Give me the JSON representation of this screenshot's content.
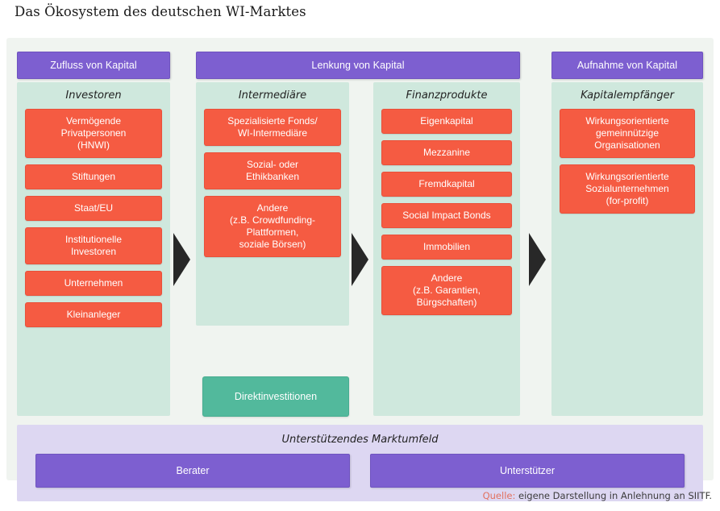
{
  "title": "Das Ökosystem des deutschen WI-Marktes",
  "colors": {
    "purple": "#7d5fd0",
    "orange": "#f55b42",
    "mint": "#cfe8dd",
    "teal": "#52b99c",
    "lavender": "#ddd7f2",
    "frame": "#f0f4f0",
    "arrow": "#282828",
    "source_label": "#e2715f"
  },
  "headers": {
    "inflow": "Zufluss von Kapital",
    "direction": "Lenkung von Kapital",
    "uptake": "Aufnahme von Kapital"
  },
  "columns": [
    {
      "id": "investors",
      "title": "Investoren",
      "items": [
        {
          "lines": [
            "Vermögende",
            "Privatpersonen",
            "(HNWI)"
          ]
        },
        {
          "lines": [
            "Stiftungen"
          ]
        },
        {
          "lines": [
            "Staat/EU"
          ]
        },
        {
          "lines": [
            "Institutionelle",
            "Investoren"
          ]
        },
        {
          "lines": [
            "Unternehmen"
          ]
        },
        {
          "lines": [
            "Kleinanleger"
          ]
        }
      ]
    },
    {
      "id": "intermediaries",
      "title": "Intermediäre",
      "items": [
        {
          "lines": [
            "Spezialisierte Fonds/",
            "WI-Intermediäre"
          ]
        },
        {
          "lines": [
            "Sozial- oder",
            "Ethikbanken"
          ]
        },
        {
          "lines": [
            "Andere",
            "(z.B. Crowdfunding-",
            "Plattformen,",
            "soziale Börsen)"
          ]
        }
      ]
    },
    {
      "id": "financial-products",
      "title": "Finanzprodukte",
      "items": [
        {
          "lines": [
            "Eigenkapital"
          ]
        },
        {
          "lines": [
            "Mezzanine"
          ]
        },
        {
          "lines": [
            "Fremdkapital"
          ]
        },
        {
          "lines": [
            "Social Impact Bonds"
          ]
        },
        {
          "lines": [
            "Immobilien"
          ]
        },
        {
          "lines": [
            "Andere",
            "(z.B. Garantien,",
            "Bürgschaften)"
          ]
        }
      ]
    },
    {
      "id": "capital-recipients",
      "title": "Kapitalempfänger",
      "items": [
        {
          "lines": [
            "Wirkungsorientierte",
            "gemeinnützige",
            "Organisationen"
          ]
        },
        {
          "lines": [
            "Wirkungsorientierte",
            "Sozialunternehmen",
            "(for-profit)"
          ]
        }
      ]
    }
  ],
  "direct_investment": "Direktinvestitionen",
  "support": {
    "title": "Unterstützendes Marktumfeld",
    "buttons": [
      "Berater",
      "Unterstützer"
    ]
  },
  "source": {
    "label": "Quelle:",
    "text": " eigene Darstellung in Anlehnung an SIITF."
  }
}
